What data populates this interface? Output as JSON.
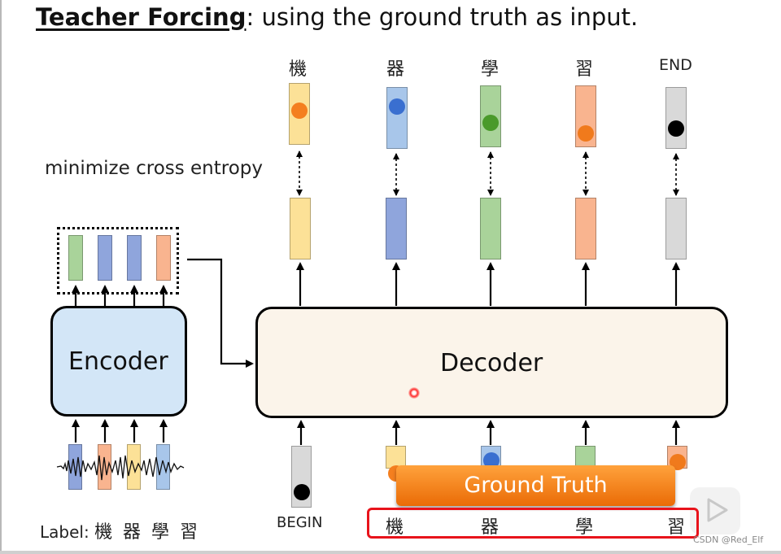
{
  "title": {
    "bold": "Teacher Forcing",
    "rest": ": using the ground truth as input."
  },
  "annotation": "minimize cross entropy",
  "outputs": {
    "labels": [
      "機",
      "器",
      "學",
      "習",
      "END"
    ],
    "colors": [
      "#fce197",
      "#a8c6ea",
      "#a9d39a",
      "#f9b48f",
      "#d9d9d9"
    ],
    "dot_colors": [
      "#f47f1f",
      "#3a6fd0",
      "#4a9a2a",
      "#f07a1c",
      "#000000"
    ],
    "dot_levels": [
      0.42,
      0.25,
      0.64,
      0.88,
      0.74
    ]
  },
  "decoder_outputs": {
    "colors": [
      "#fce197",
      "#8fa5dc",
      "#a9d39a",
      "#f9b48f",
      "#d9d9d9"
    ]
  },
  "encoder": {
    "label": "Encoder",
    "fill": "#d3e6f7"
  },
  "encoder_outputs": {
    "colors": [
      "#a9d39a",
      "#8fa5dc",
      "#8fa5dc",
      "#f9b48f"
    ]
  },
  "decoder": {
    "label": "Decoder",
    "fill": "#fbf4ea"
  },
  "decoder_inputs": {
    "begin_label": "BEGIN",
    "colors": [
      "#d9d9d9",
      "#fce197",
      "#a8c6ea",
      "#a9d39a",
      "#f9b48f"
    ],
    "dot_colors": [
      "#000000",
      "#f47f1f",
      "#3a6fd0",
      "#4a9a2a",
      "#f07a1c"
    ]
  },
  "ground_truth": {
    "button": "Ground Truth",
    "chars": [
      "機",
      "器",
      "學",
      "習"
    ]
  },
  "audio": {
    "bar_colors": [
      "#8fa5dc",
      "#f9b48f",
      "#fce197",
      "#a8c6ea"
    ]
  },
  "label_line": {
    "prefix": "Label: ",
    "chars": "機 器 學 習"
  },
  "watermark": "CSDN @Red_Elf",
  "icons": [
    "play-icon",
    "arrow-icon",
    "waveform-icon",
    "laser-pointer-icon"
  ]
}
